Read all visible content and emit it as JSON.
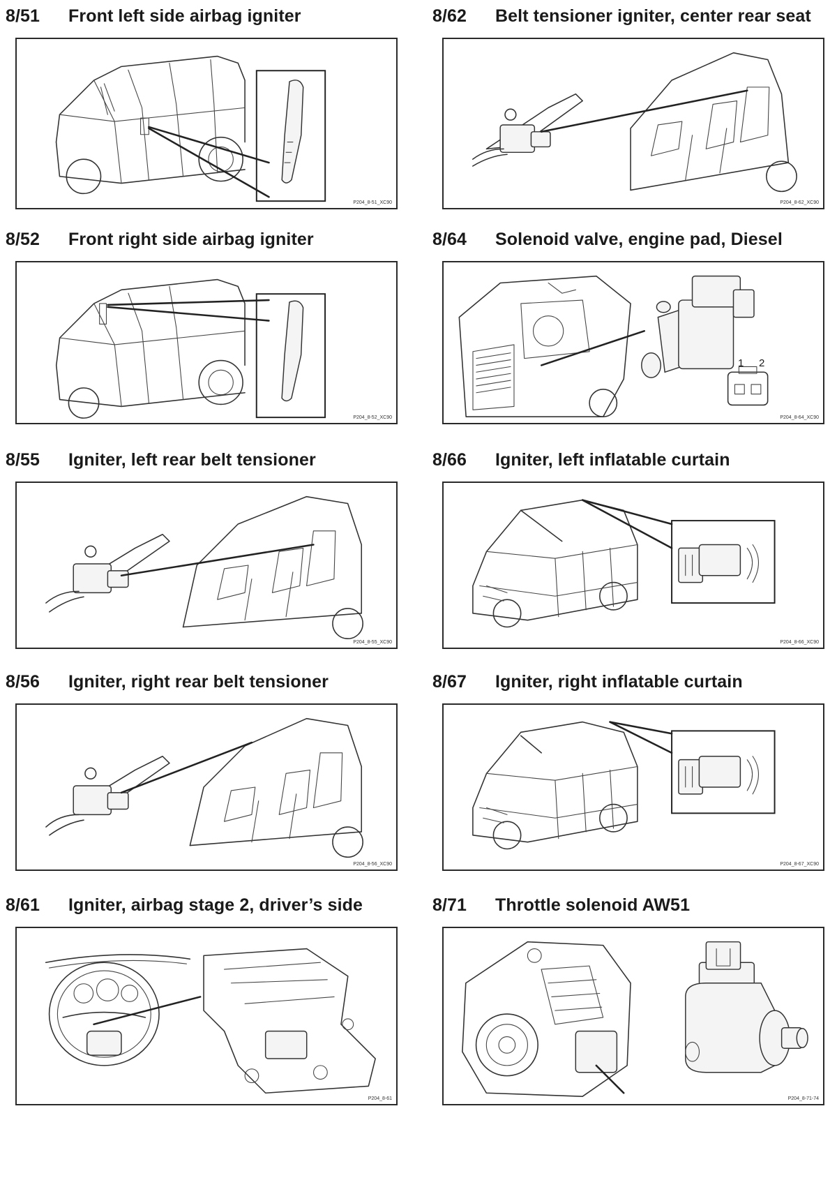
{
  "items": [
    {
      "code": "8/51",
      "title": "Front left side airbag igniter",
      "ref": "P204_8-51_XC90"
    },
    {
      "code": "8/62",
      "title": "Belt tensioner igniter, center rear seat",
      "ref": "P204_8-62_XC90"
    },
    {
      "code": "8/52",
      "title": "Front right side airbag igniter",
      "ref": "P204_8-52_XC90"
    },
    {
      "code": "8/64",
      "title": "Solenoid valve, engine pad, Diesel",
      "ref": "P204_8-64_XC90",
      "pins": [
        "1",
        "2"
      ]
    },
    {
      "code": "8/55",
      "title": "Igniter, left rear belt tensioner",
      "ref": "P204_8-55_XC90"
    },
    {
      "code": "8/66",
      "title": "Igniter, left inflatable curtain",
      "ref": "P204_8-66_XC90"
    },
    {
      "code": "8/56",
      "title": "Igniter, right rear belt tensioner",
      "ref": "P204_8-56_XC90"
    },
    {
      "code": "8/67",
      "title": "Igniter, right inflatable curtain",
      "ref": "P204_8-67_XC90"
    },
    {
      "code": "8/61",
      "title": "Igniter, airbag stage 2, driver’s side",
      "ref": "P204_8-61"
    },
    {
      "code": "8/71",
      "title": "Throttle solenoid AW51",
      "ref": "P204_8-71-74"
    }
  ]
}
